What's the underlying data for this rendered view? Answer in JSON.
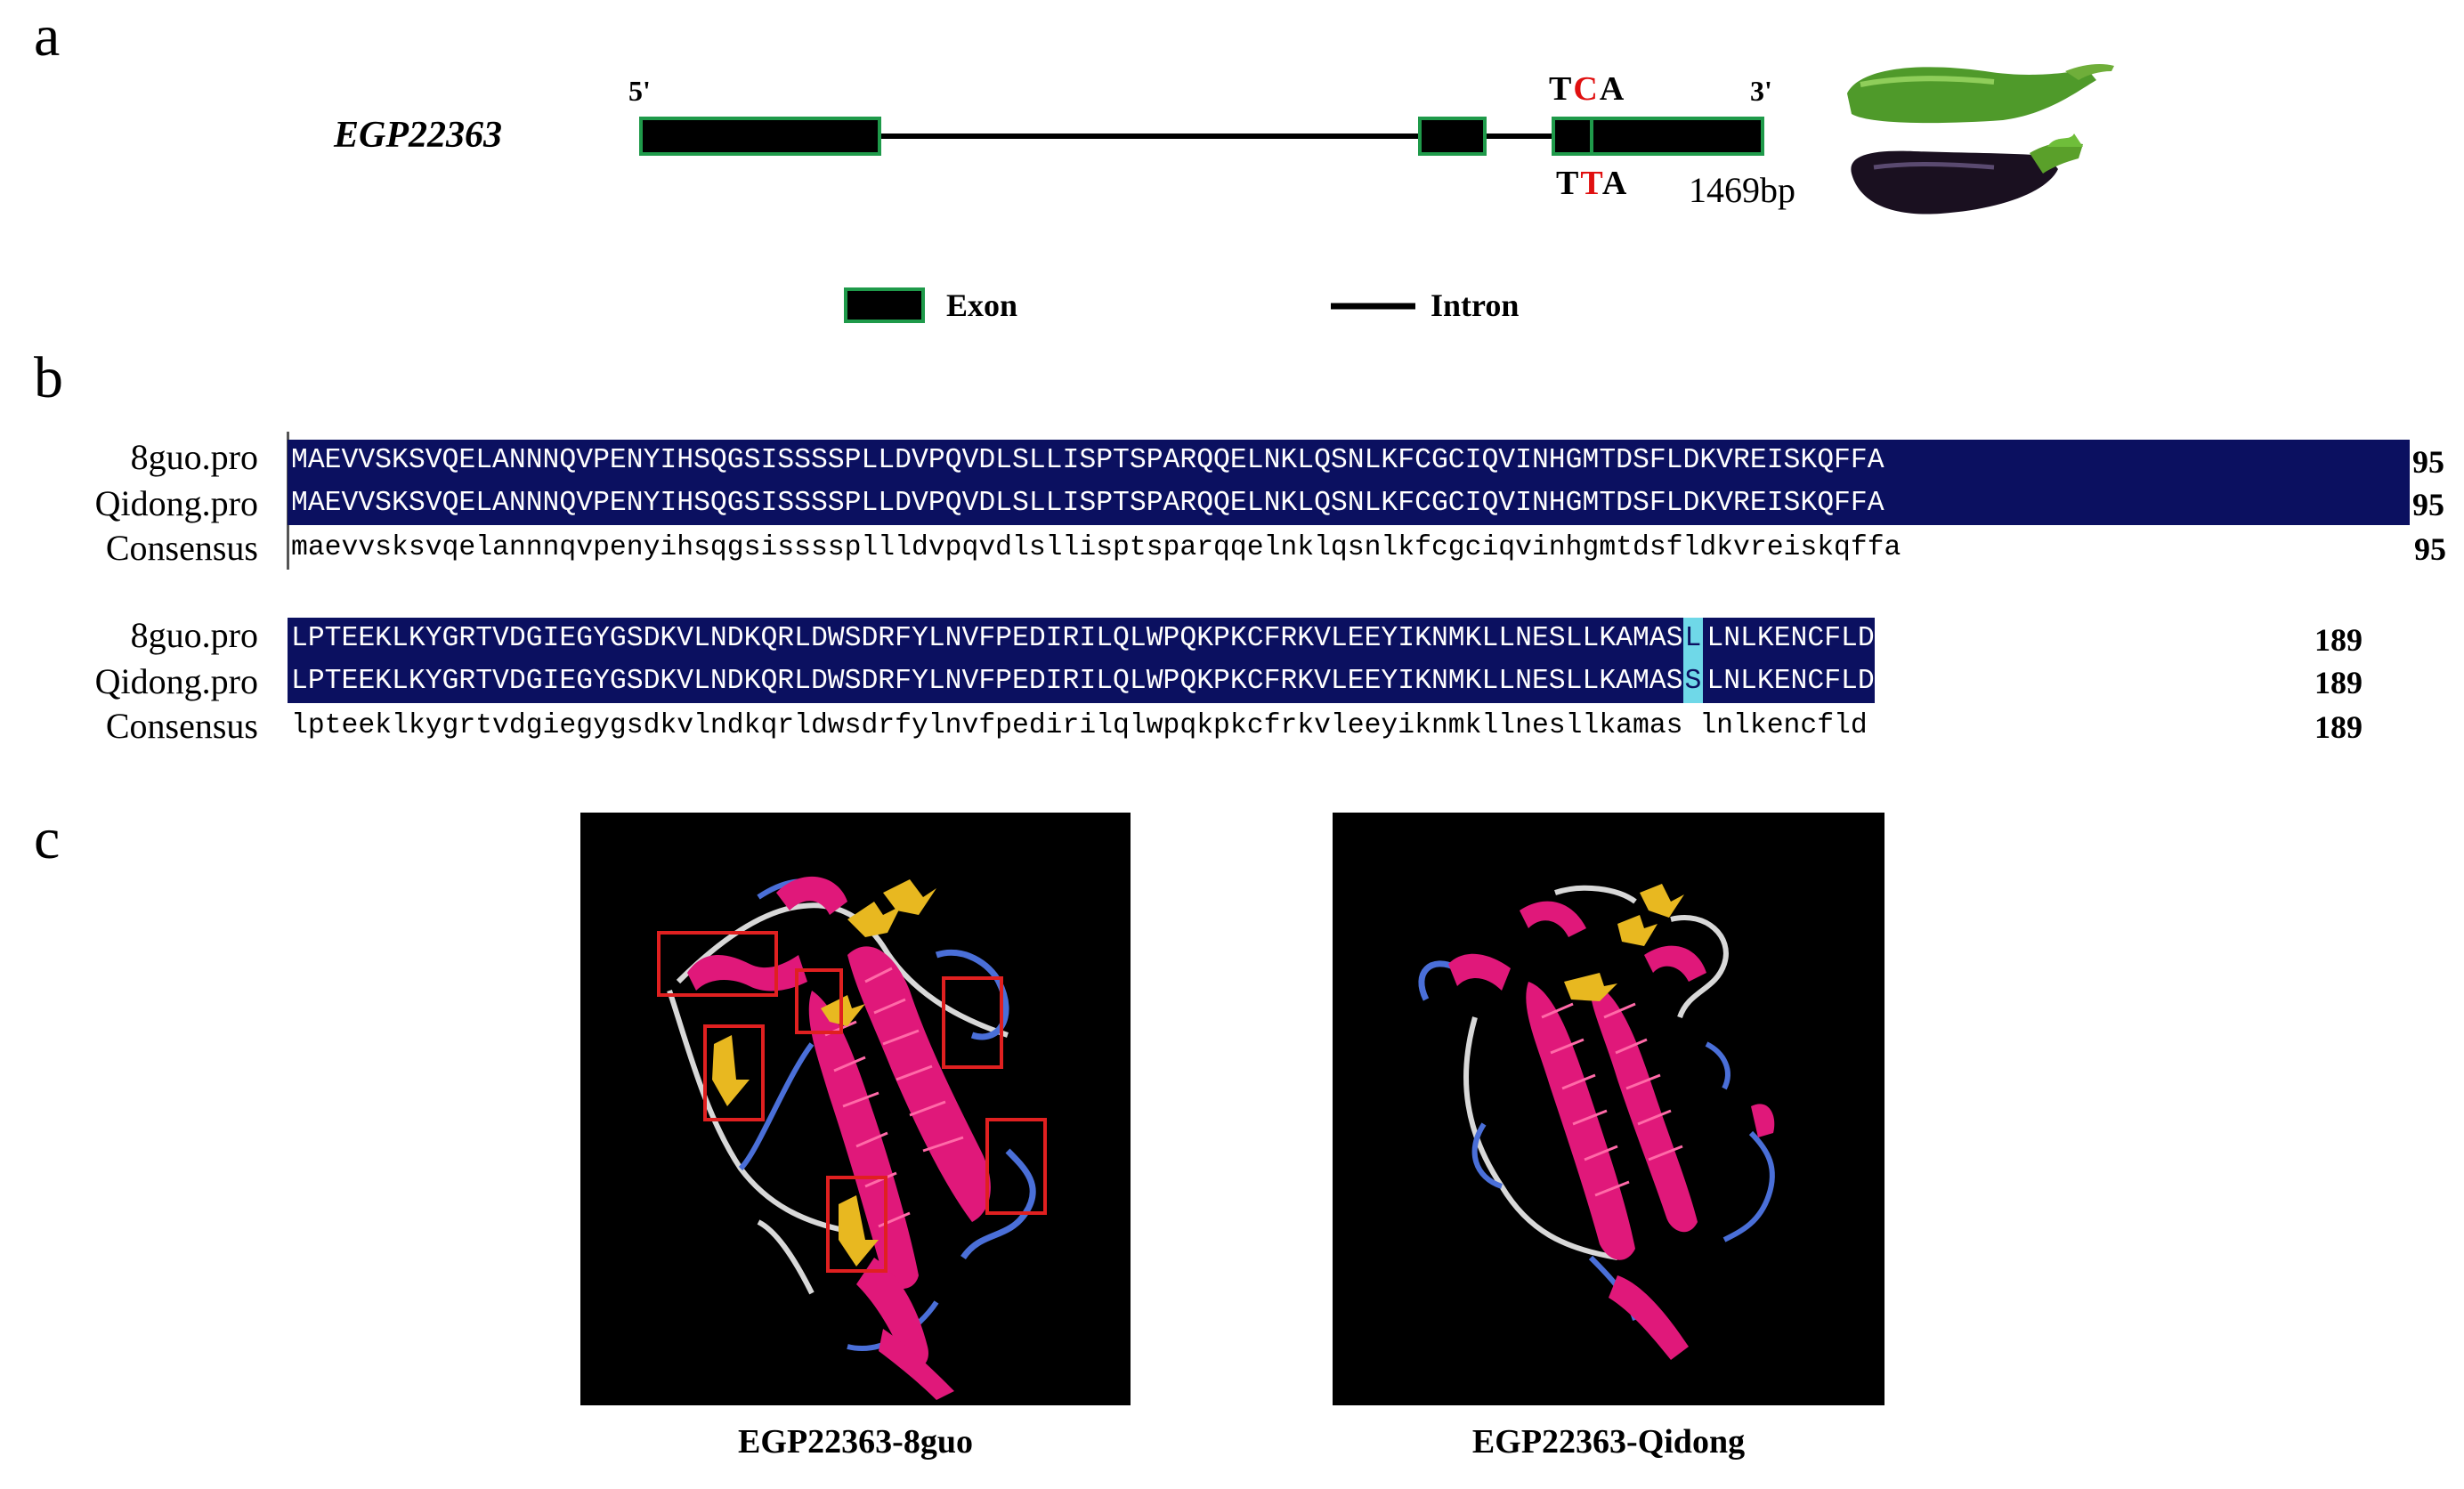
{
  "panel_a": {
    "letter": "a",
    "gene": "EGP22363",
    "five_prime": "5'",
    "three_prime": "3'",
    "codon_top": {
      "pre": "T",
      "mut": "C",
      "post": "A"
    },
    "codon_bottom": {
      "pre": "T",
      "mut": "T",
      "post": "A"
    },
    "length": "1469bp",
    "legend_exon": "Exon",
    "legend_intron": "Intron",
    "colors": {
      "exon_fill": "#000000",
      "exon_border": "#1f9a4a",
      "mutation": "#e01010",
      "green_fruit": "#4f9a2a",
      "purple_fruit": "#1a1020"
    }
  },
  "panel_b": {
    "letter": "b",
    "block1": {
      "names": [
        "8guo.pro",
        "Qidong.pro",
        "Consensus"
      ],
      "seq1": "MAEVVSKSVQELANNNQVPENYIHSQGSISSSSPLLDVPQVDLSLLISPTSPARQQELNKLQSNLKFCGCIQVINHGMTDSFLDKVREISKQFFA",
      "seq2": "MAEVVSKSVQELANNNQVPENYIHSQGSISSSSPLLDVPQVDLSLLISPTSPARQQELNKLQSNLKFCGCIQVINHGMTDSFLDKVREISKQFFA",
      "consensus": "maevvsksvqelannnqvpenyihsqgsisssspllldvpqvdlsllisptsparqqelnklqsnlkfcgciqvinhgmtdsfldkvreiskqffa",
      "end": "95"
    },
    "block2": {
      "names": [
        "8guo.pro",
        "Qidong.pro",
        "Consensus"
      ],
      "seq1_a": "LPTEEKLKYGRTVDGIEGYGSDKVLNDKQRLDWSDRFYLNVFPEDIRILQLWPQKPKCFRKVLEEYIKNMKLLNESLLKAMAS",
      "seq1_var": "L",
      "seq1_b": "LNLKENCFLD",
      "seq2_a": "LPTEEKLKYGRTVDGIEGYGSDKVLNDKQRLDWSDRFYLNVFPEDIRILQLWPQKPKCFRKVLEEYIKNMKLLNESLLKAMAS",
      "seq2_var": "S",
      "seq2_b": "LNLKENCFLD",
      "consensus": "lpteeklkygrtvdgiegygsdkvlndkqrldwsdrfylnvfpedirilqlwpqkpkcfrkvleeyiknmkllnesllkamas lnlkencfld",
      "end": "189"
    },
    "colors": {
      "identical_bg": "#0b1060",
      "variant_bg": "#6fd8e8"
    }
  },
  "panel_c": {
    "letter": "c",
    "caption_left": "EGP22363-8guo",
    "caption_right": "EGP22363-Qidong",
    "colors": {
      "helix": "#e0187a",
      "strand": "#e8b820",
      "coil_blue": "#4a6fd8",
      "coil_white": "#d8d8d8",
      "highlight_box": "#e02020"
    }
  }
}
